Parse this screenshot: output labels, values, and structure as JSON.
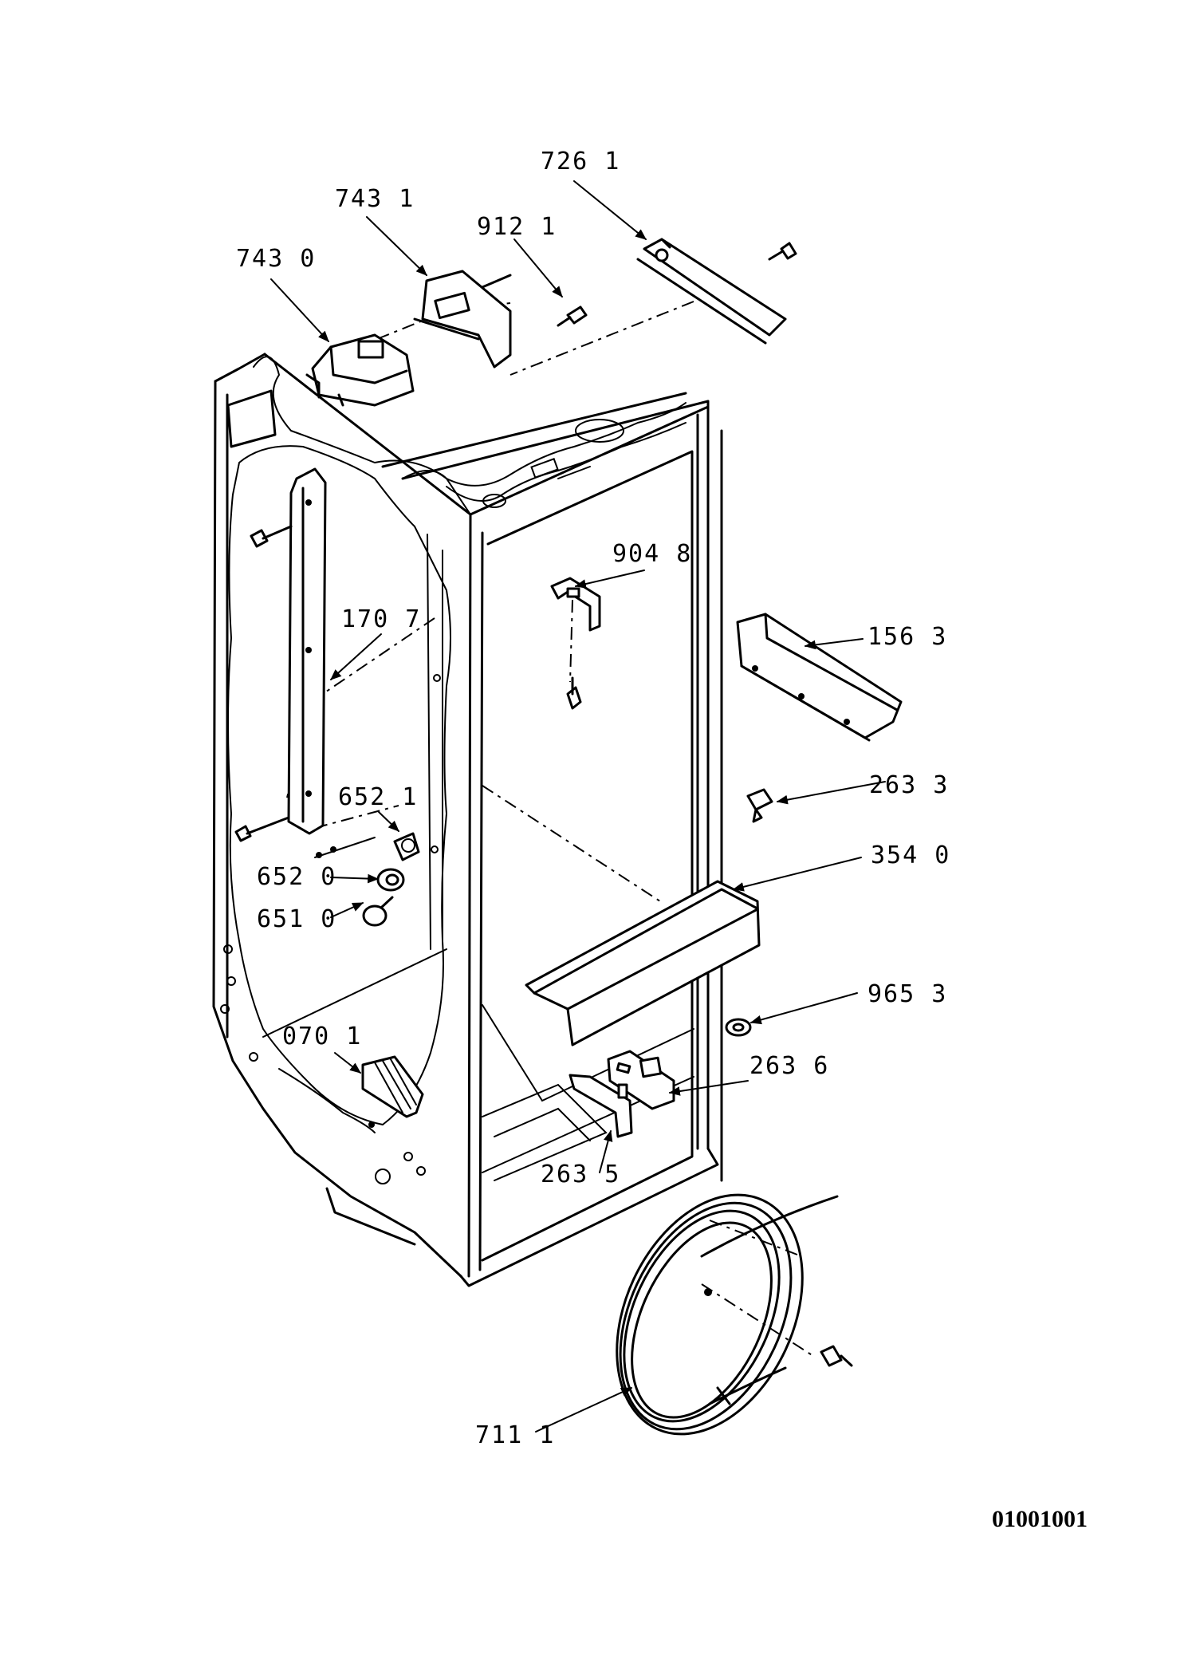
{
  "diagram": {
    "drawing_code": "01001001",
    "callouts": [
      {
        "id": "726-1",
        "text": "726 1"
      },
      {
        "id": "743-1",
        "text": "743 1"
      },
      {
        "id": "912-1",
        "text": "912 1"
      },
      {
        "id": "743-0",
        "text": "743 0"
      },
      {
        "id": "904-8",
        "text": "904 8"
      },
      {
        "id": "170-7",
        "text": "170 7"
      },
      {
        "id": "156-3",
        "text": "156 3"
      },
      {
        "id": "652-1",
        "text": "652 1"
      },
      {
        "id": "263-3",
        "text": "263 3"
      },
      {
        "id": "354-0",
        "text": "354 0"
      },
      {
        "id": "652-0",
        "text": "652 0"
      },
      {
        "id": "651-0",
        "text": "651 0"
      },
      {
        "id": "965-3",
        "text": "965 3"
      },
      {
        "id": "070-1",
        "text": "070 1"
      },
      {
        "id": "263-6",
        "text": "263 6"
      },
      {
        "id": "263-5",
        "text": "263 5"
      },
      {
        "id": "711-1",
        "text": "711 1"
      }
    ]
  }
}
